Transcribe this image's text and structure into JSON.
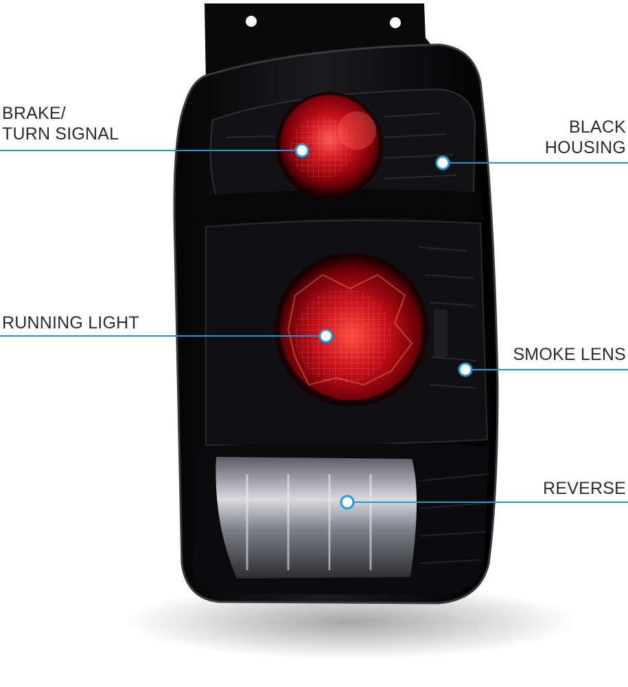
{
  "labels": {
    "brake_turn": "BRAKE/\nTURN SIGNAL",
    "black_housing": "BLACK\nHOUSING",
    "running_light": "RUNNING LIGHT",
    "smoke_lens": "SMOKE LENS",
    "reverse": "REVERSE"
  },
  "colors": {
    "callout_line": "#1a9ad6",
    "housing": "#0b0b0d",
    "lens_red": "#c0121c",
    "reverse_lens": "#8c8c94"
  }
}
